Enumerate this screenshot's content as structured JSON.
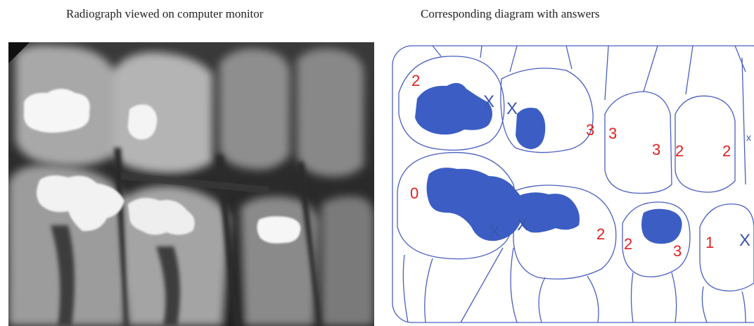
{
  "captions": {
    "left": "Radiograph viewed on computer monitor",
    "right": "Corresponding diagram with answers"
  },
  "colors": {
    "score": "#e02020",
    "x_mark": "#3a55b0",
    "lesion": "#3c5ec4",
    "outline": "#4a5fc0"
  },
  "diagram": {
    "scores": [
      "2",
      "3",
      "3",
      "3",
      "2",
      "2",
      "0",
      "2",
      "2",
      "3",
      "1"
    ],
    "x_marks": [
      "X",
      "X",
      "X",
      "X",
      "X",
      "x"
    ]
  }
}
